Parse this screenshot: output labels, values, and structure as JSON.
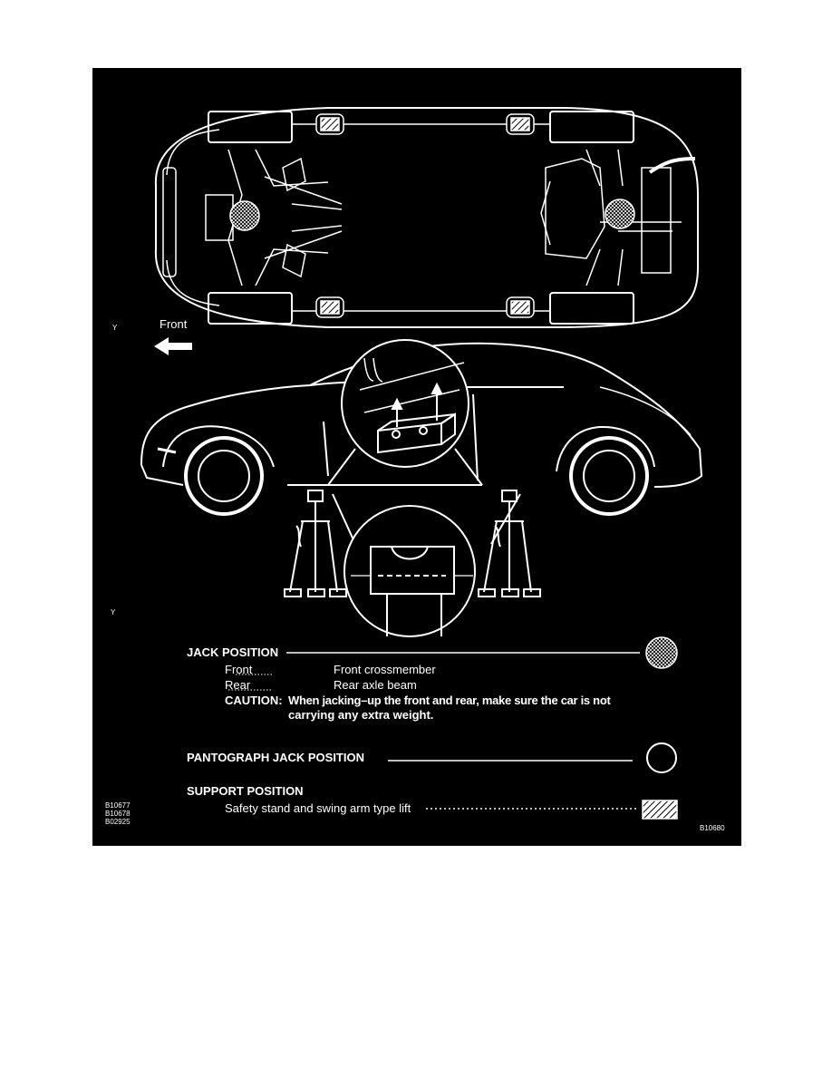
{
  "colors": {
    "background": "#000000",
    "line": "#ffffff",
    "page": "#ffffff"
  },
  "top_view": {
    "marker_left": "Y",
    "front_label": "Front"
  },
  "side_view": {
    "marker_left": "Y"
  },
  "legend": {
    "jack_position": {
      "title": "JACK POSITION",
      "front_key": "Front",
      "front_value": "Front crossmember",
      "rear_key": "Rear",
      "rear_value": "Rear axle beam",
      "caution_key": "CAUTION:",
      "caution_line1": "When jacking–up the front and rear, make sure the car is not",
      "caution_line2": "carrying any extra weight.",
      "symbol": "crosshatched-circle"
    },
    "pantograph": {
      "title": "PANTOGRAPH JACK POSITION",
      "symbol": "open-circle"
    },
    "support": {
      "title": "SUPPORT POSITION",
      "item": "Safety stand and swing arm type lift",
      "symbol": "hatched-rectangle"
    }
  },
  "codes": {
    "left_1": "B10677",
    "left_2": "B10678",
    "left_3": "B02925",
    "right": "B10680"
  }
}
